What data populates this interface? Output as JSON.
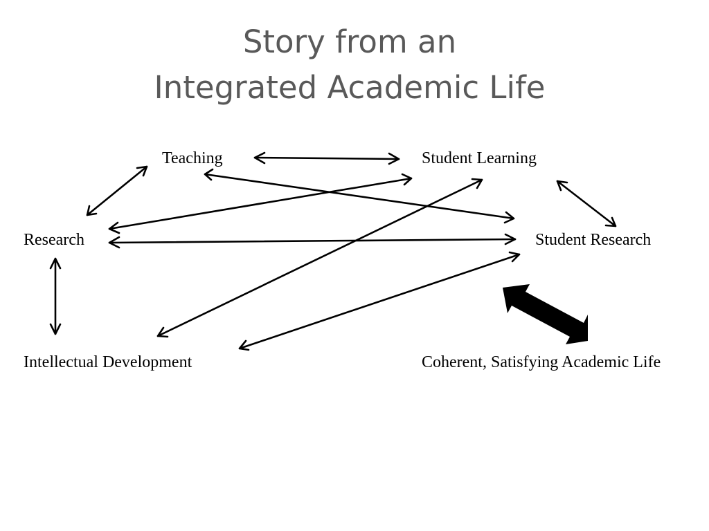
{
  "slide": {
    "title_line1": "Story from an",
    "title_line2": "Integrated Academic Life"
  },
  "nodes": {
    "teaching": "Teaching",
    "student_learning": "Student Learning",
    "research": "Research",
    "student_research": "Student Research",
    "intellectual_development": "Intellectual Development",
    "coherent_life": "Coherent, Satisfying Academic Life"
  },
  "colors": {
    "title": "#595959",
    "arrow": "#000000"
  }
}
